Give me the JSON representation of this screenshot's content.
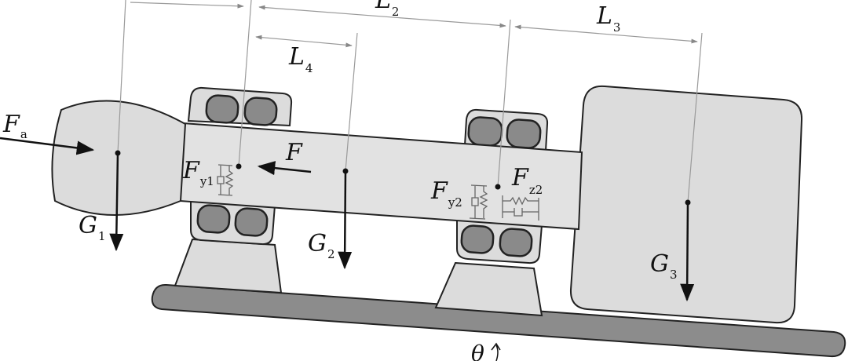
{
  "labels": {
    "Fa": {
      "main": "F",
      "sub": "a"
    },
    "F": {
      "main": "F"
    },
    "Fy1": {
      "main": "F",
      "sub": "y1"
    },
    "Fy2": {
      "main": "F",
      "sub": "y2"
    },
    "Fz2": {
      "main": "F",
      "sub": "z2"
    },
    "G1": {
      "main": "G",
      "sub": "1"
    },
    "G2": {
      "main": "G",
      "sub": "2"
    },
    "G3": {
      "main": "G",
      "sub": "3"
    },
    "L2": {
      "main": "L",
      "sub": "2"
    },
    "L3": {
      "main": "L",
      "sub": "3"
    },
    "L4": {
      "main": "L",
      "sub": "4"
    },
    "theta": {
      "main": "θ"
    }
  },
  "colors": {
    "housing": "#dcdcdc",
    "roller": "#8a8a8a",
    "base": "#8c8c8c",
    "shaft": "#e2e2e2",
    "stroke": "#222222",
    "dimline": "#9a9a9a"
  }
}
